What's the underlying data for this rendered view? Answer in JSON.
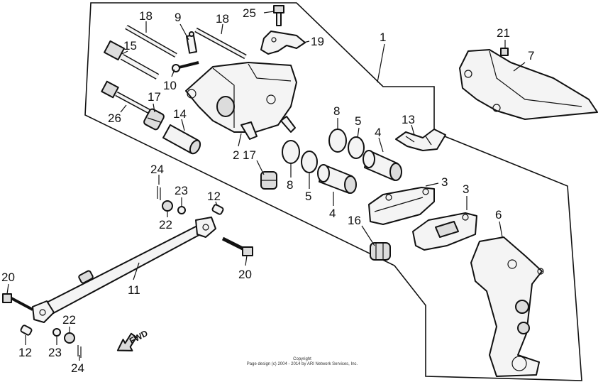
{
  "callouts": {
    "c1": "1",
    "c2": "2",
    "c3a": "3",
    "c3b": "3",
    "c4a": "4",
    "c4b": "4",
    "c5a": "5",
    "c5b": "5",
    "c6": "6",
    "c7": "7",
    "c8a": "8",
    "c8b": "8",
    "c9": "9",
    "c10": "10",
    "c11": "11",
    "c12a": "12",
    "c12b": "12",
    "c13": "13",
    "c14": "14",
    "c15": "15",
    "c16": "16",
    "c17a": "17",
    "c17b": "17",
    "c18a": "18",
    "c18b": "18",
    "c19": "19",
    "c20a": "20",
    "c20b": "20",
    "c21": "21",
    "c22a": "22",
    "c22b": "22",
    "c23a": "23",
    "c23b": "23",
    "c24a": "24",
    "c24b": "24",
    "c25": "25",
    "c26": "26"
  },
  "fwd_label": "FWD",
  "copyright": {
    "line1": "Copyright",
    "line2": "Page design (c) 2004 - 2014 by ARI Network Services, Inc."
  }
}
